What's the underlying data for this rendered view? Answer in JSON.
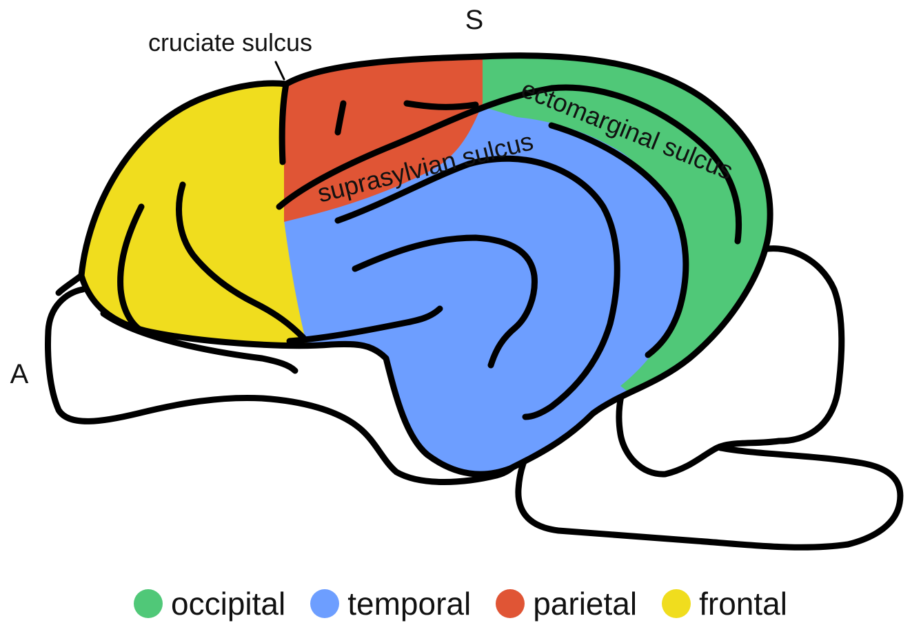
{
  "labels": {
    "orientation_superior": "S",
    "orientation_anterior": "A",
    "cruciate": "cruciate sulcus",
    "suprasylvian": "suprasylvian sulcus",
    "ectomarginal": "ectomarginal sulcus"
  },
  "legend": [
    {
      "label": "occipital",
      "color": "#50c878"
    },
    {
      "label": "temporal",
      "color": "#6d9eff"
    },
    {
      "label": "parietal",
      "color": "#e05535"
    },
    {
      "label": "frontal",
      "color": "#f0dd1e"
    }
  ]
}
